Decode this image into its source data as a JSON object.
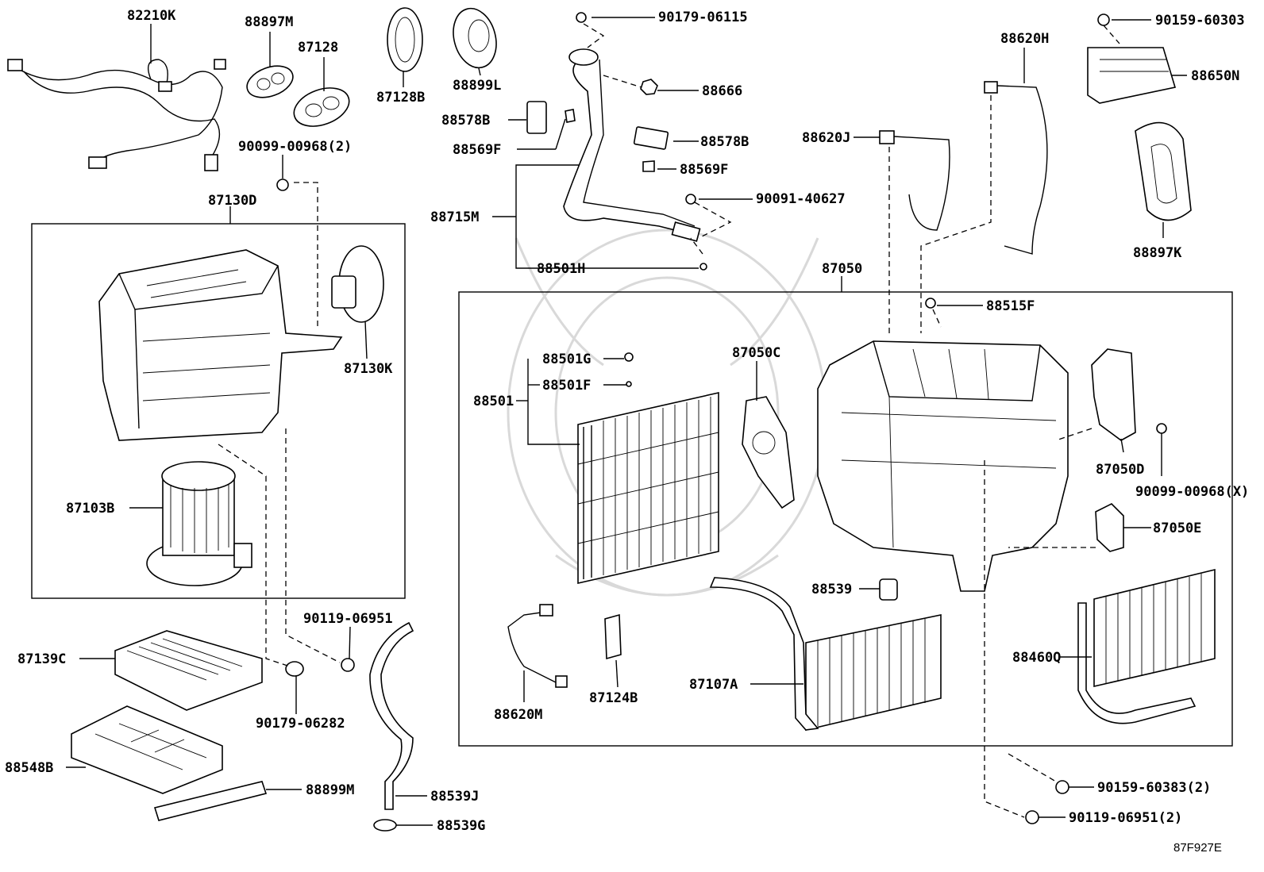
{
  "diagram": {
    "code": "87F927E",
    "labels": {
      "l82210K": "82210K",
      "l88897M": "88897M",
      "l87128": "87128",
      "l87128B": "87128B",
      "l88899L": "88899L",
      "l90179_06115": "90179-06115",
      "l88666": "88666",
      "l88578B_a": "88578B",
      "l88569F_a": "88569F",
      "l88578B_b": "88578B",
      "l88569F_b": "88569F",
      "l90091_40627": "90091-40627",
      "l88715M": "88715M",
      "l88501H": "88501H",
      "l88620H": "88620H",
      "l88620J": "88620J",
      "l90159_60303": "90159-60303",
      "l88650N": "88650N",
      "l88897K": "88897K",
      "l90099_00968_2": "90099-00968(2)",
      "l87130D": "87130D",
      "l87130K": "87130K",
      "l87103B": "87103B",
      "l87050": "87050",
      "l88515F": "88515F",
      "l88501G": "88501G",
      "l88501F": "88501F",
      "l88501": "88501",
      "l87050C": "87050C",
      "l87050D": "87050D",
      "l90099_00968_X": "90099-00968(X)",
      "l87050E": "87050E",
      "l88539": "88539",
      "l88460Q": "88460Q",
      "l87107A": "87107A",
      "l87124B": "87124B",
      "l88620M": "88620M",
      "l90119_06951": "90119-06951",
      "l87139C": "87139C",
      "l90179_06282": "90179-06282",
      "l88548B": "88548B",
      "l88899M": "88899M",
      "l88539J": "88539J",
      "l88539G": "88539G",
      "l90159_60383_2": "90159-60383(2)",
      "l90119_06951_2": "90119-06951(2)"
    }
  }
}
